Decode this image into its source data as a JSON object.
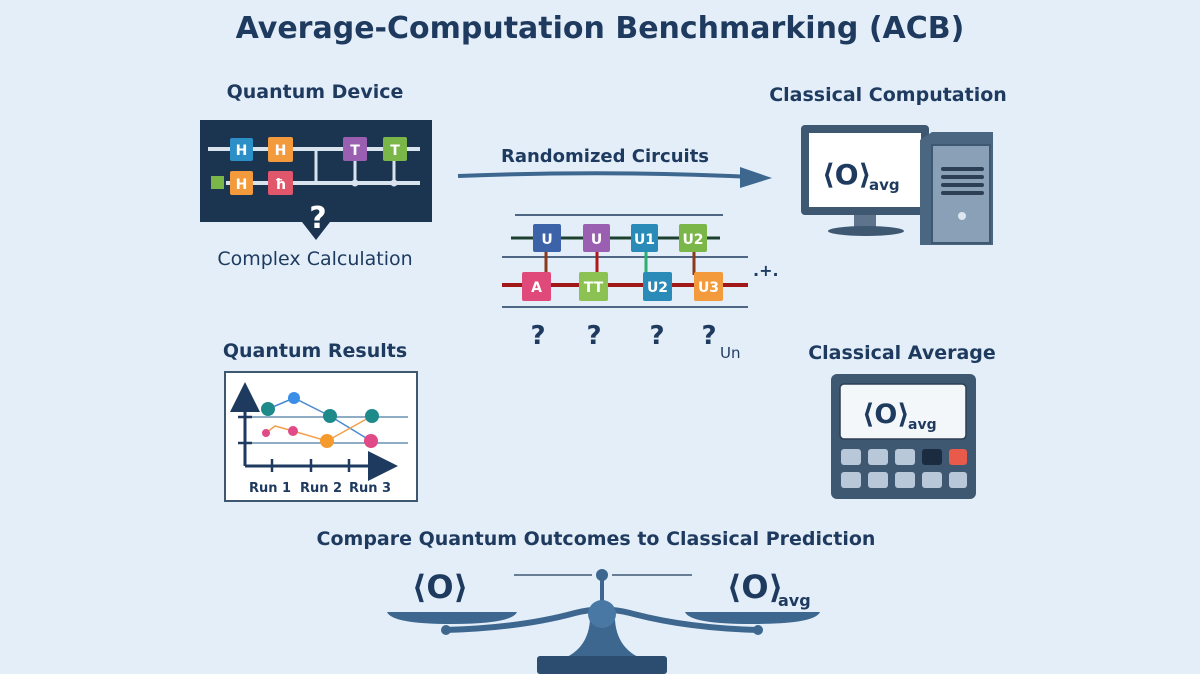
{
  "title": "Average-Computation Benchmarking (ACB)",
  "quantum_device": {
    "label": "Quantum Device",
    "gates_top": [
      "H",
      "H",
      "T",
      "T"
    ],
    "gates_bottom": [
      "H",
      "ħ"
    ],
    "mystery": "?",
    "caption": "Complex Calculation"
  },
  "randomized": {
    "label": "Randomized Circuits",
    "gates_top": [
      "U",
      "U",
      "U1",
      "U2"
    ],
    "gates_bottom": [
      "A",
      "TT",
      "U2",
      "U3"
    ],
    "question": "?",
    "ellipsis": ".+.",
    "un": "Un"
  },
  "classical_computation": {
    "label": "Classical Computation",
    "expr": "⟨O⟩",
    "sub": "avg"
  },
  "quantum_results": {
    "label": "Quantum Results",
    "runs": [
      "Run 1",
      "Run 2",
      "Run 3"
    ]
  },
  "classical_average": {
    "label": "Classical Average",
    "expr": "⟨O⟩",
    "sub": "avg"
  },
  "compare": {
    "label": "Compare Quantum Outcomes to Classical Prediction",
    "left_expr": "⟨O⟩",
    "right_expr": "⟨O⟩",
    "right_sub": "avg"
  },
  "colors": {
    "background": "#e3eef9",
    "text": "#1e3a5f",
    "dark_panel": "#1b3550",
    "steel": "#3e6790",
    "blue": "#2d8fc8",
    "orange": "#f29a3c",
    "purple": "#9a5fb0",
    "green": "#7ab648",
    "red": "#e0566a",
    "pink": "#e04a86",
    "teal": "#1f8a8a"
  }
}
